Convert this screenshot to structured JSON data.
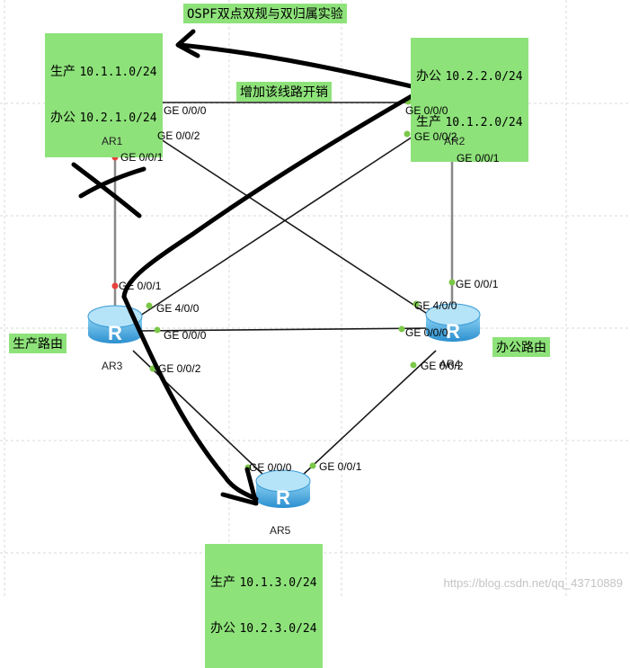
{
  "title": "OSPF双点双规与双归属实验",
  "cost_note": "增加该线路开销",
  "routers": {
    "ar1": {
      "name": "AR1",
      "color": "#f08a3c"
    },
    "ar2": {
      "name": "AR2",
      "color": "#3aa8e0"
    },
    "ar3": {
      "name": "AR3",
      "color": "#3aa8e0"
    },
    "ar4": {
      "name": "AR4",
      "color": "#3aa8e0"
    },
    "ar5": {
      "name": "AR5",
      "color": "#3aa8e0"
    }
  },
  "role_labels": {
    "ar3": "生产路由",
    "ar4": "办公路由"
  },
  "nets": {
    "ar1": [
      {
        "k": "生产",
        "v": "10.1.1.0/24"
      },
      {
        "k": "办公",
        "v": "10.2.1.0/24"
      }
    ],
    "ar2": [
      {
        "k": "办公",
        "v": "10.2.2.0/24"
      },
      {
        "k": "生产",
        "v": "10.1.2.0/24"
      }
    ],
    "ar5": [
      {
        "k": "生产",
        "v": "10.1.3.0/24"
      },
      {
        "k": "办公",
        "v": "10.2.3.0/24"
      }
    ]
  },
  "ports": {
    "ar1_g000": "GE 0/0/0",
    "ar1_g002": "GE 0/0/2",
    "ar1_g001": "GE 0/0/1",
    "ar2_g000": "GE 0/0/0",
    "ar2_g002": "GE 0/0/2",
    "ar2_g001": "GE 0/0/1",
    "ar3_g001": "GE 0/0/1",
    "ar3_g400": "GE 4/0/0",
    "ar3_g000": "GE 0/0/0",
    "ar3_g002": "GE 0/0/2",
    "ar4_g001": "GE 0/0/1",
    "ar4_g400": "GE 4/0/0",
    "ar4_g000": "GE 0/0/0",
    "ar4_g002": "GE 0/0/2",
    "ar5_g000": "GE 0/0/0",
    "ar5_g001": "GE 0/0/1"
  },
  "watermark": "https://blog.csdn.net/qq_43710889",
  "colors": {
    "label_bg": "#8ee27a",
    "port_up": "#7cc84a",
    "port_down": "#e8413c"
  }
}
